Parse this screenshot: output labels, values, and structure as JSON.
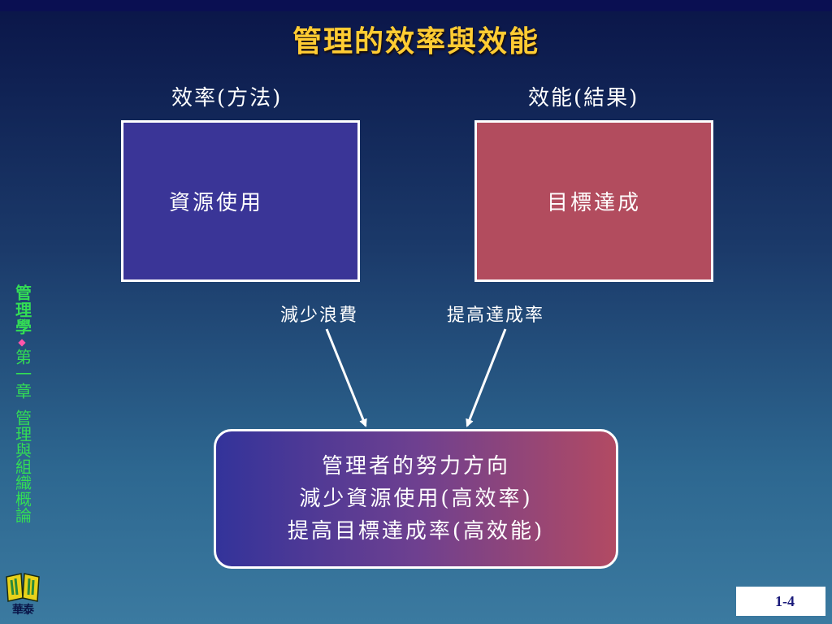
{
  "title": "管理的效率與效能",
  "left_column": {
    "label": "效率(方法)",
    "box_text": "資源使用",
    "arrow_label": "減少浪費",
    "box_color": "#3a3597"
  },
  "right_column": {
    "label": "效能(結果)",
    "box_text": "目標達成",
    "arrow_label": "提高達成率",
    "box_color": "#b24c5e"
  },
  "bottom_box": {
    "lines": [
      "管理者的努力方向",
      "減少資源使用(高效率)",
      "提高目標達成率(高效能)"
    ]
  },
  "sidebar": {
    "book": "管理學",
    "separator": "◆",
    "chapter": "第一章",
    "subject": "管理與組織概論"
  },
  "logo": {
    "icon": "book-logo-icon",
    "text": "華泰"
  },
  "page_number": "1-4",
  "colors": {
    "title": "#ffcc33",
    "sidebar_text": "#33dd55",
    "separator": "#ff55aa"
  }
}
